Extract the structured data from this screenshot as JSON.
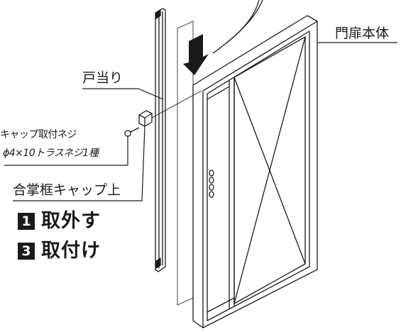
{
  "labels": {
    "gate_body": "門扉本体",
    "door_stop": "戸当り",
    "screw_line1": "キャップ取付ネジ",
    "screw_line2": "ϕ4×10トラスネジ1種",
    "cap": "合掌框キャップ上"
  },
  "steps": [
    {
      "number": "1",
      "text": "取外す"
    },
    {
      "number": "3",
      "text": "取付け"
    }
  ]
}
